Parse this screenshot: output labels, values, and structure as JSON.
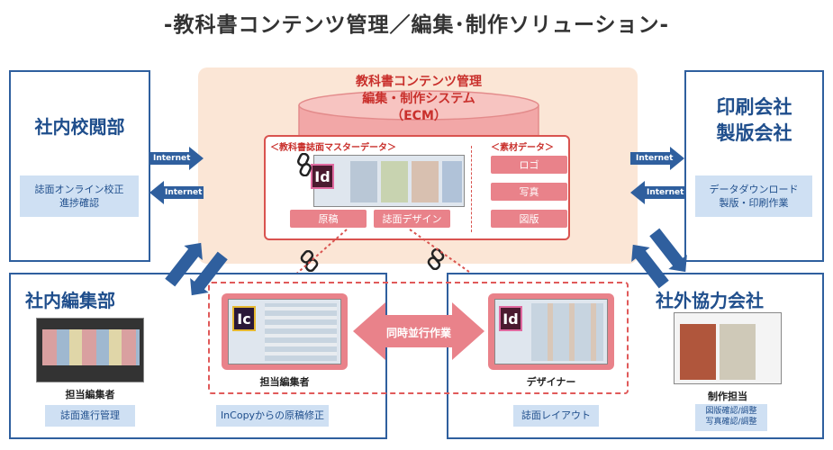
{
  "title": "-教科書コンテンツ管理／編集･制作ソリューション-",
  "ecm": {
    "title_line1": "教科書コンテンツ管理",
    "title_line2": "編集・制作システム",
    "title_line3": "（ECM）",
    "master_label": "＜教科書誌面マスターデータ＞",
    "material_label": "＜素材データ＞",
    "master_buttons": [
      "原稿",
      "誌面デザイン"
    ],
    "material_buttons": [
      "ロゴ",
      "写真",
      "図版"
    ]
  },
  "proofreading": {
    "title": "社内校閲部",
    "label_line1": "誌面オンライン校正",
    "label_line2": "進捗確認"
  },
  "printing": {
    "title_line1": "印刷会社",
    "title_line2": "製版会社",
    "label_line1": "データダウンロード",
    "label_line2": "製版・印刷作業"
  },
  "editorial": {
    "title": "社内編集部",
    "caption": "担当編集者",
    "label": "誌面進行管理"
  },
  "partner": {
    "title": "社外協力会社",
    "caption": "制作担当",
    "label_line1": "図版確認/調整",
    "label_line2": "写真確認/調整"
  },
  "center": {
    "parallel": "同時並行作業",
    "editor_caption": "担当編集者",
    "designer_caption": "デザイナー",
    "incopy_label": "InCopyからの原稿修正",
    "layout_label": "誌面レイアウト"
  },
  "network_label": "Internet",
  "icons": {
    "indesign": "Id",
    "incopy": "Ic"
  },
  "colors": {
    "blue": "#2f5f9e",
    "pink": "#e9828a",
    "red": "#d9534f",
    "beige": "#fbe6d6"
  }
}
